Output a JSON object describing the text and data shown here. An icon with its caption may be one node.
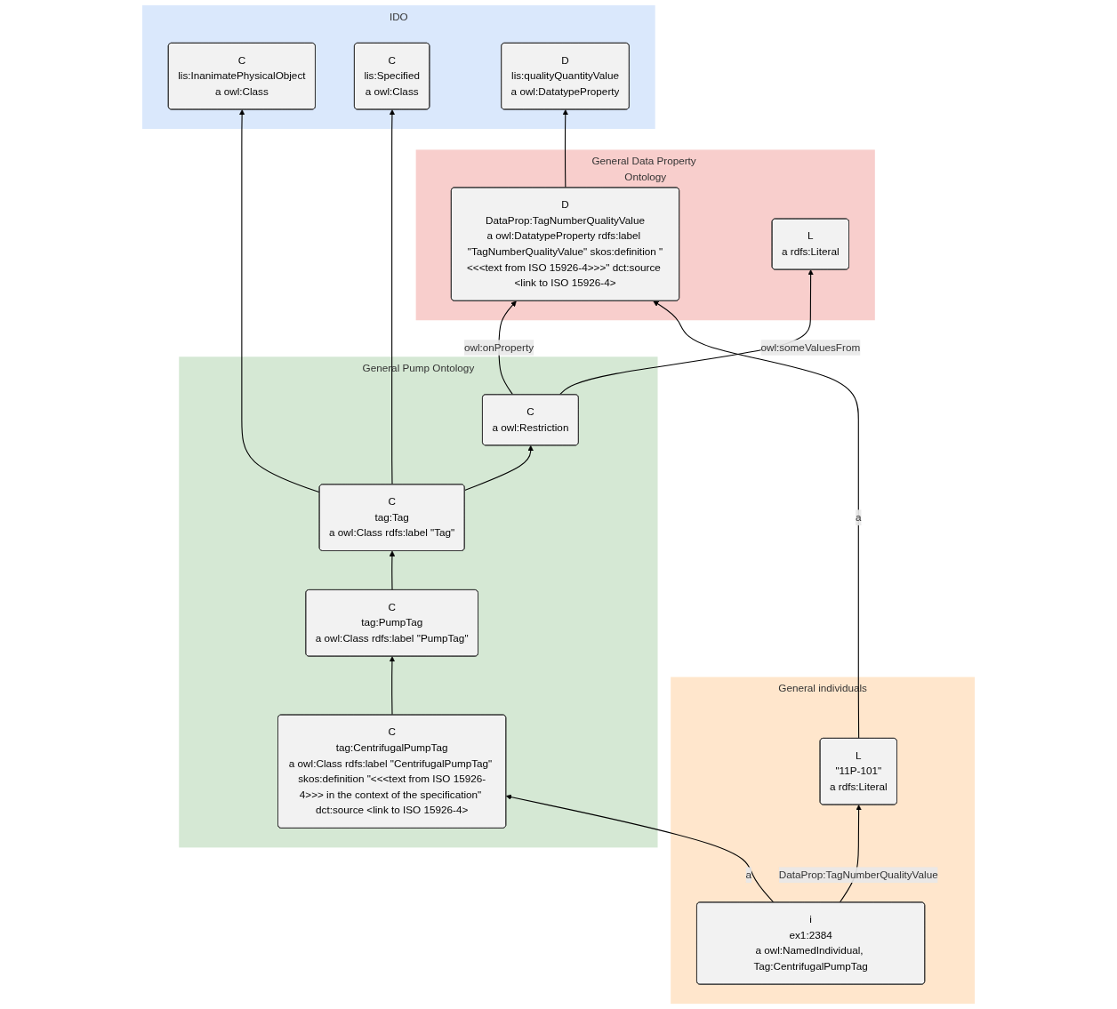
{
  "diagram": {
    "nodes": [
      {
        "text": [
          "IDO"
        ]
      },
      {
        "text": [
          "C",
          "lis:InanimatePhysicalObject",
          "a owl:Class"
        ],
        "in": 0
      },
      {
        "text": [
          "C",
          "lis:Specified",
          "a owl:Class"
        ],
        "in": 0
      },
      {
        "text": [
          "D",
          "lis:qualityQuantityValue",
          "a owl:DatatypeProperty"
        ],
        "in": 0
      },
      {
        "text": [
          "General Pump Ontology"
        ]
      },
      {
        "text": [
          "C",
          "tag:Tag",
          "a owl:Class rdfs:label \"Tag\""
        ],
        "in": 4
      },
      {
        "text": [
          "C",
          "a owl:Restriction"
        ],
        "in": 4
      },
      {
        "text": [
          "C",
          "tag:PumpTag",
          "a owl:Class rdfs:label \"PumpTag\""
        ],
        "in": 4
      },
      {
        "text": [
          "C",
          "tag:CentrifugalPumpTag",
          "a owl:Class rdfs:label \"CentrifugalPumpTag\" skos:definition \"<<<text from ISO 15926-4>>> in the context of the specification\" dct:source <link to ISO 15926-4>"
        ],
        "in": 4
      },
      {
        "text": [
          "General Data Property Ontology"
        ]
      },
      {
        "text": [
          "D",
          "DataProp:TagNumberQualityValue",
          "a owl:DatatypeProperty rdfs:label \"TagNumberQualityValue\" skos:definition \"<<<text from ISO 15926-4>>>\" dct:source <link to ISO 15926-4>"
        ],
        "in": 9
      },
      {
        "text": [
          "L",
          "a rdfs:Literal"
        ],
        "in": 9
      },
      {
        "text": [
          "General individuals"
        ]
      },
      {
        "text": [
          "i",
          "ex1:2384",
          "a owl:NamedIndividual, Tag:CentrifugalPumpTag"
        ],
        "in": 12
      },
      {
        "text": [
          "L",
          "\"11P-101\"",
          "a rdfs:Literal"
        ],
        "in": 12
      }
    ],
    "edges": [
      {
        "from": 5,
        "to": 1,
        "arrow": "to"
      },
      {
        "from": 5,
        "to": 2,
        "arrow": "to"
      },
      {
        "from": 10,
        "to": 3,
        "arrow": "to"
      },
      {
        "from": 5,
        "to": 6,
        "arrow": "to"
      },
      {
        "from": 7,
        "to": 5,
        "arrow": "to"
      },
      {
        "from": 6,
        "to": 10,
        "label": "owl:onProperty",
        "arrow": "to"
      },
      {
        "from": 6,
        "to": 11,
        "label": "owl:someValuesFrom",
        "arrow": "to"
      },
      {
        "from": 8,
        "to": 7,
        "arrow": "to"
      },
      {
        "from": 13,
        "to": 8,
        "label": "a",
        "arrow": "to"
      },
      {
        "from": 13,
        "to": 14,
        "label": "DataProp:TagNumberQualityValue",
        "arrow": "to"
      },
      {
        "from": 14,
        "to": 10,
        "label": "a",
        "arrow": "to"
      }
    ]
  }
}
